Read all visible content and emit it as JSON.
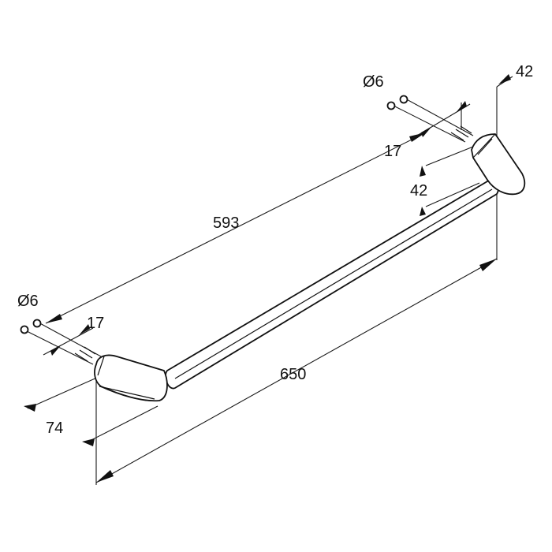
{
  "dimensions": {
    "overall_length": "650",
    "center_distance": "593",
    "projection": "74",
    "bracket_depth_top": "42",
    "bracket_depth_side": "42",
    "screw_length_right": "17",
    "screw_length_left": "17",
    "screw_diameter_right": "Ø6",
    "screw_diameter_left": "Ø6"
  },
  "colors": {
    "line": "#111111",
    "background": "#ffffff"
  }
}
